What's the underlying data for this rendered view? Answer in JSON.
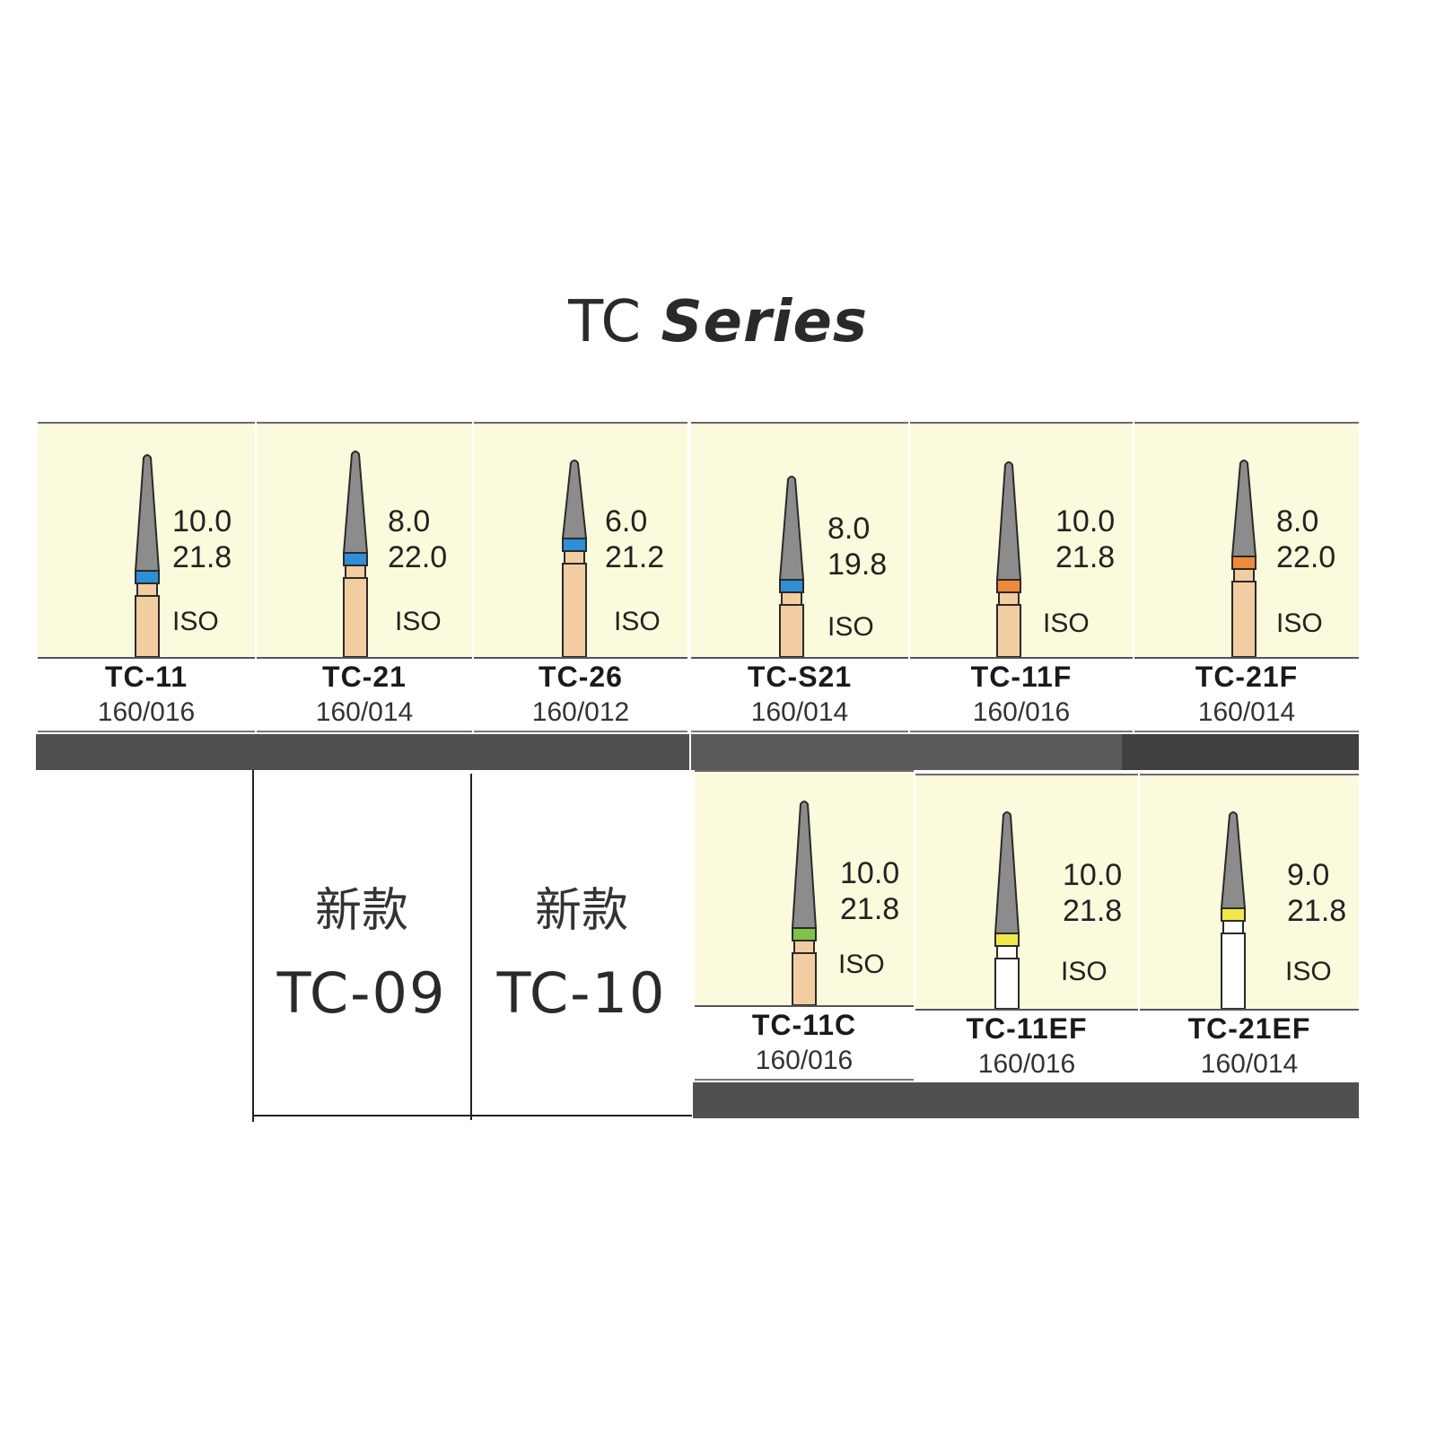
{
  "title": {
    "main": "TC",
    "sub": "Series"
  },
  "unit_label": "ISO",
  "row1": [
    {
      "code": "TC-11",
      "spec": "160/016",
      "d1": "10.0",
      "d2": "21.8",
      "band": "#2e8fd6",
      "shank": "#f2cda2"
    },
    {
      "code": "TC-21",
      "spec": "160/014",
      "d1": "8.0",
      "d2": "22.0",
      "band": "#2e8fd6",
      "shank": "#f2cda2"
    },
    {
      "code": "TC-26",
      "spec": "160/012",
      "d1": "6.0",
      "d2": "21.2",
      "band": "#2e8fd6",
      "shank": "#f2cda2"
    },
    {
      "code": "TC-S21",
      "spec": "160/014",
      "d1": "8.0",
      "d2": "19.8",
      "band": "#2e8fd6",
      "shank": "#f2cda2"
    },
    {
      "code": "TC-11F",
      "spec": "160/016",
      "d1": "10.0",
      "d2": "21.8",
      "band": "#ee8a3a",
      "shank": "#f2cda2"
    },
    {
      "code": "TC-21F",
      "spec": "160/014",
      "d1": "8.0",
      "d2": "22.0",
      "band": "#ee8a3a",
      "shank": "#f2cda2"
    }
  ],
  "new_items": [
    {
      "label": "新款",
      "code": "TC-09"
    },
    {
      "label": "新款",
      "code": "TC-10"
    }
  ],
  "row2": [
    {
      "code": "TC-11C",
      "spec": "160/016",
      "d1": "10.0",
      "d2": "21.8",
      "band": "#7ec24a",
      "shank": "#f2cda2"
    },
    {
      "code": "TC-11EF",
      "spec": "160/016",
      "d1": "10.0",
      "d2": "21.8",
      "band": "#f2e84a",
      "shank": "#ffffff"
    },
    {
      "code": "TC-21EF",
      "spec": "160/014",
      "d1": "9.0",
      "d2": "21.8",
      "band": "#f2e84a",
      "shank": "#ffffff"
    }
  ]
}
